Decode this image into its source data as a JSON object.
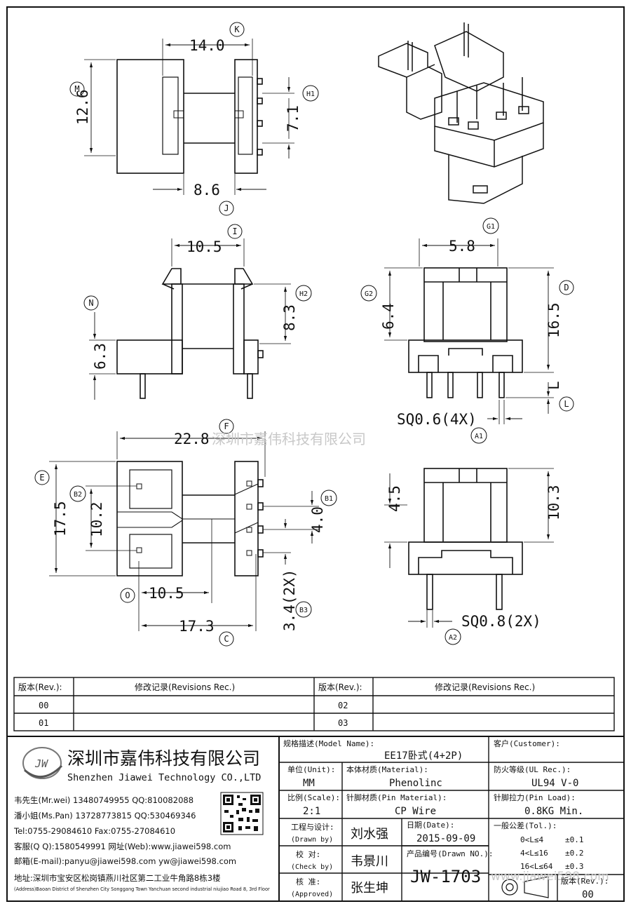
{
  "dimensions": {
    "d_14_0": "14.0",
    "d_12_6": "12.6",
    "d_7_1": "7.1",
    "d_8_6": "8.6",
    "d_10_5_top": "10.5",
    "d_8_3": "8.3",
    "d_6_3": "6.3",
    "d_5_8": "5.8",
    "d_6_4": "6.4",
    "d_16_5": "16.5",
    "d_L": "L",
    "d_sq06": "SQ0.6(4X)",
    "d_22_8": "22.8",
    "d_17_5": "17.5",
    "d_10_2": "10.2",
    "d_4_0": "4.0",
    "d_10_5_bot": "10.5",
    "d_17_3": "17.3",
    "d_3_4": "3.4(2X)",
    "d_4_5": "4.5",
    "d_10_3": "10.3",
    "d_sq08": "SQ0.8(2X)"
  },
  "labels": {
    "K": "K",
    "M": "M",
    "H1": "H1",
    "J": "J",
    "I": "I",
    "N": "N",
    "H2": "H2",
    "G1": "G1",
    "G2": "G2",
    "D": "D",
    "L": "L",
    "A1": "A1",
    "F": "F",
    "E": "E",
    "B2": "B2",
    "B1": "B1",
    "O": "O",
    "B3": "B3",
    "C": "C",
    "A2": "A2"
  },
  "watermark": "深圳市嘉伟科技有限公司",
  "watermark_url": "www.jjawei598.com",
  "revisions": {
    "h_rev": "版本(Rev.):",
    "h_rec": "修改记录(Revisions Rec.)",
    "r1a": "00",
    "r1b": "02",
    "r2a": "01",
    "r2b": "03"
  },
  "company": {
    "logo": "JW",
    "name_cn": "深圳市嘉伟科技有限公司",
    "name_en": "Shenzhen Jiawei Technology CO.,LTD",
    "c1": "韦先生(Mr.wei) 13480749955 QQ:810082088",
    "c2": "潘小姐(Ms.Pan) 13728773815 QQ:530469346",
    "c3": "Tel:0755-29084610      Fax:0755-27084610",
    "c4": "客服(Q Q):1580549991   网址(Web):www.jiawei598.com",
    "c5": "邮箱(E-mail):panyu@jiawei598.com  yw@jiawei598.com",
    "addr": "地址:深圳市宝安区松岗镇燕川社区第二工业牛角路8栋3楼",
    "addr_en": "(Address)Baoan District of Shenzhen City Songgang Town Yanchuan second industrial niujiao Road 8, 3rd Floor"
  },
  "info": {
    "model_label": "规格描述(Model Name):",
    "model": "EE17卧式(4+2P)",
    "customer_label": "客户(Customer):",
    "unit_label": "单位(Unit):",
    "unit": "MM",
    "material_label": "本体材质(Material):",
    "material": "Phenolinc",
    "ul_label": "防火等级(UL Rec.):",
    "ul": "UL94 V-0",
    "scale_label": "比例(Scale):",
    "scale": "2:1",
    "pin_label": "针脚材质(Pin Material):",
    "pin": "CP Wire",
    "load_label": "针脚拉力(Pin Load):",
    "load": "0.8KG Min.",
    "drawn_label": "工程与设计:",
    "drawn_en": "(Drawn by)",
    "drawn": "刘水强",
    "date_label": "日期(Date):",
    "date": "2015-09-09",
    "check_label": "校  对:",
    "check_en": "(Check by)",
    "check": "韦景川",
    "drawno_label": "产品编号(Drawn NO.):",
    "drawno": "JW-1703",
    "appr_label": "核  准:",
    "appr_en": "(Approved)",
    "appr": "张生坤",
    "tol_label": "一般公差(Tol.):",
    "tol1a": "0<L≤4",
    "tol1b": "±0.1",
    "tol2a": "4<L≤16",
    "tol2b": "±0.2",
    "tol3a": "16<L≤64",
    "tol3b": "±0.3",
    "rev_label": "版本(Rev.):",
    "rev": "00"
  }
}
